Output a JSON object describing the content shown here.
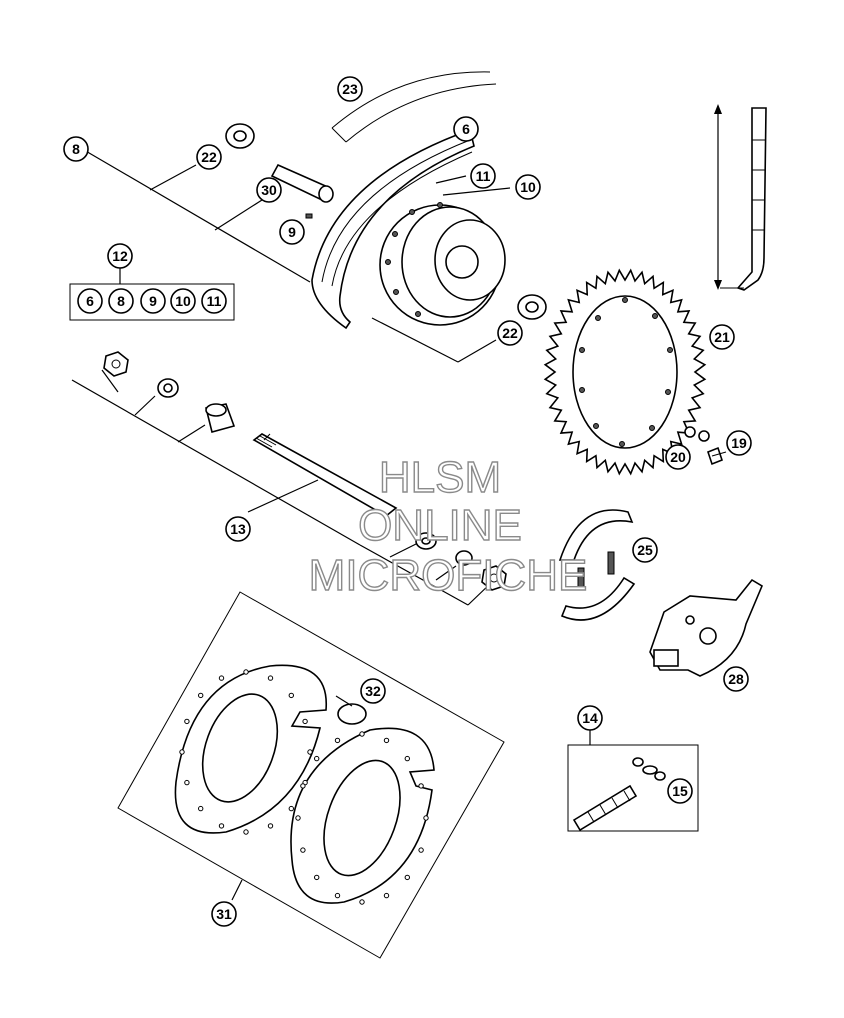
{
  "diagram": {
    "callouts": [
      {
        "id": "c23",
        "label": "23"
      },
      {
        "id": "c6",
        "label": "6"
      },
      {
        "id": "c8",
        "label": "8"
      },
      {
        "id": "c22a",
        "label": "22"
      },
      {
        "id": "c11",
        "label": "11"
      },
      {
        "id": "c10",
        "label": "10"
      },
      {
        "id": "c30",
        "label": "30"
      },
      {
        "id": "c9",
        "label": "9"
      },
      {
        "id": "c12",
        "label": "12"
      },
      {
        "id": "c22b",
        "label": "22"
      },
      {
        "id": "c21",
        "label": "21"
      },
      {
        "id": "c19",
        "label": "19"
      },
      {
        "id": "c20",
        "label": "20"
      },
      {
        "id": "c13",
        "label": "13"
      },
      {
        "id": "c25",
        "label": "25"
      },
      {
        "id": "c28",
        "label": "28"
      },
      {
        "id": "c32",
        "label": "32"
      },
      {
        "id": "c14",
        "label": "14"
      },
      {
        "id": "c15",
        "label": "15"
      },
      {
        "id": "c31",
        "label": "31"
      }
    ],
    "kit_12_contents": [
      "6",
      "8",
      "9",
      "10",
      "11"
    ]
  },
  "watermark": {
    "line1": "HLSM",
    "line2": "ONLINE",
    "line3": "MICROFICHE"
  }
}
